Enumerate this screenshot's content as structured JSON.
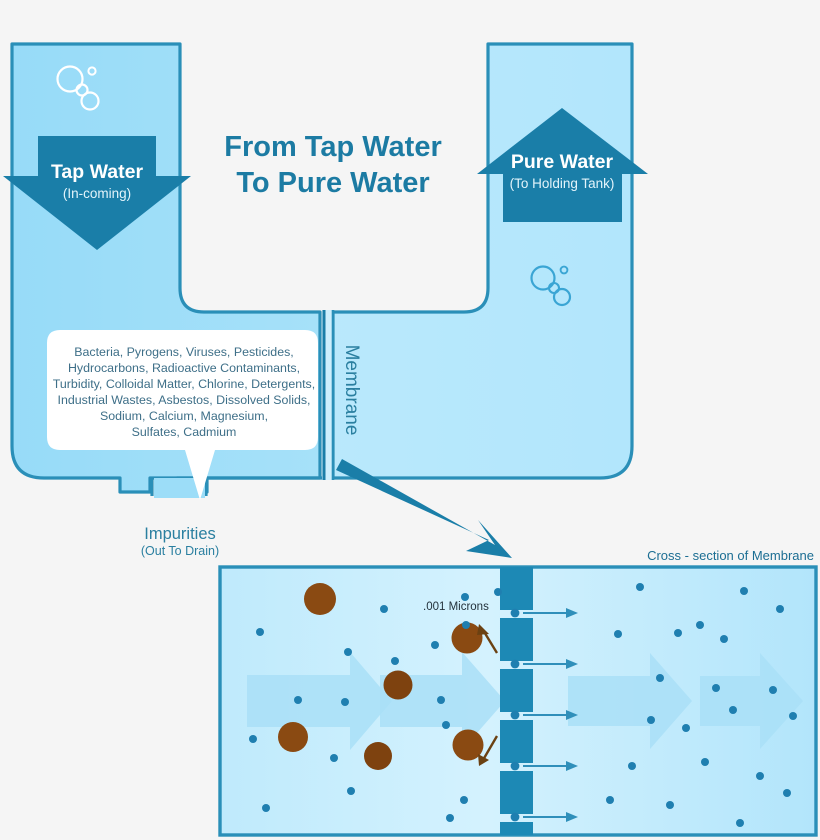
{
  "title": {
    "line1": "From Tap Water",
    "line2": "To Pure Water",
    "color": "#1c7ba3"
  },
  "colors": {
    "deep_blue": "#1a7ea8",
    "mid_blue": "#2a8fb8",
    "tank_left_fill": "#9cddf8",
    "tank_right_fill": "#b7e8fc",
    "panel_fill": "#b5e6fb",
    "panel_fill_light": "#cdeffd",
    "membrane_block": "#1d89b5",
    "particle_brown": "#8a4a12",
    "dot_blue": "#1f7fb0",
    "big_arrow": "#a9dff7",
    "background": "#f5f5f5",
    "bubble_stroke_light": "#ffffff",
    "bubble_stroke_dark": "#3aa5d4",
    "callout_fill": "#ffffff"
  },
  "inlet": {
    "label": "Tap Water",
    "sub": "(In-coming)"
  },
  "outlet": {
    "label": "Pure Water",
    "sub": "(To Holding Tank)"
  },
  "membrane": {
    "label": "Membrane"
  },
  "impurities": {
    "label": "Impurities",
    "sub": "(Out To Drain)"
  },
  "callout": {
    "lines": [
      "Bacteria, Pyrogens, Viruses, Pesticides,",
      "Hydrocarbons, Radioactive Contaminants,",
      "Turbidity, Colloidal Matter, Chlorine, Detergents,",
      "Industrial Wastes, Asbestos, Dissolved Solids,",
      "Sodium, Calcium, Magnesium,",
      "Sulfates, Cadmium"
    ]
  },
  "cross_section": {
    "caption": "Cross - section of Membrane",
    "pore_label": ".001 Microns",
    "membrane_blocks": 6,
    "pore_count": 5,
    "particle_count": 6,
    "flow_arrows": 4
  },
  "icons": {
    "bubbles_left": "bubbles-icon",
    "bubbles_right": "bubbles-icon",
    "pointer": "pointer-arrow-icon"
  }
}
